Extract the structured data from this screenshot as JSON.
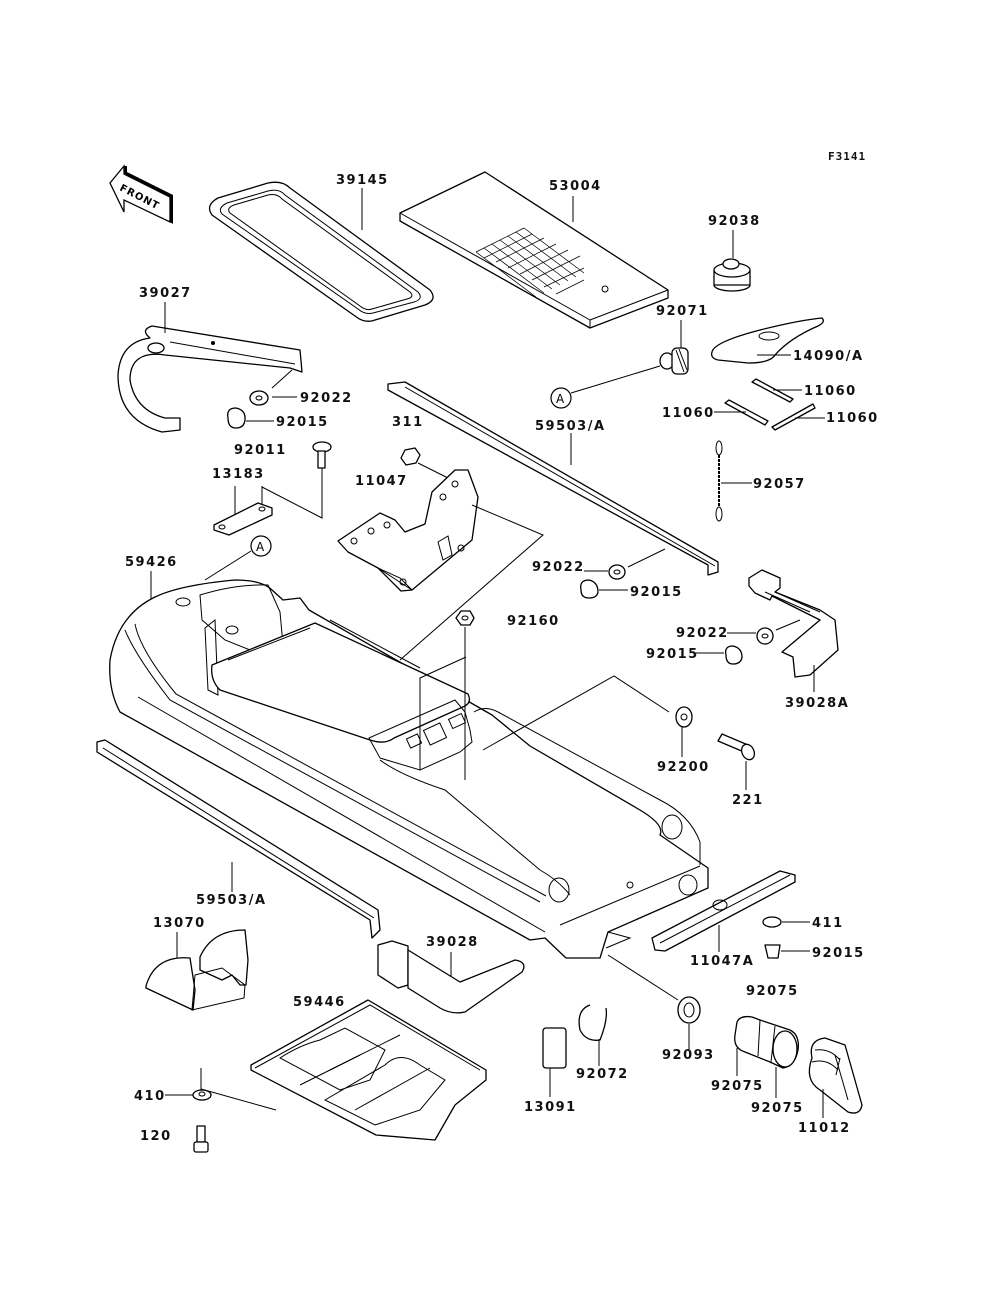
{
  "figure_code": "F3141",
  "direction_indicator": "FRONT",
  "reference_marker": "A",
  "parts": {
    "p39145": "39145",
    "p53004": "53004",
    "p92038": "92038",
    "p39027": "39027",
    "p92071": "92071",
    "p14090A": "14090/A",
    "p92022_a": "92022",
    "p92015_a": "92015",
    "p11060_a": "11060",
    "p11060_b": "11060",
    "p11060_c": "11060",
    "p311": "311",
    "p59503A_top": "59503/A",
    "p92011": "92011",
    "p13183": "13183",
    "p11047": "11047",
    "p92057": "92057",
    "p59426": "59426",
    "p92022_b": "92022",
    "p92015_b": "92015",
    "p92160": "92160",
    "p92022_c": "92022",
    "p92015_c": "92015",
    "p39028A": "39028A",
    "p92200": "92200",
    "p221": "221",
    "p59503A_bottom": "59503/A",
    "p411": "411",
    "p13070": "13070",
    "p39028": "39028",
    "p11047A": "11047A",
    "p92015_d": "92015",
    "p59446": "59446",
    "p92075_a": "92075",
    "p410": "410",
    "p92072": "92072",
    "p92093": "92093",
    "p13091": "13091",
    "p92075_b": "92075",
    "p92075_c": "92075",
    "p120": "120",
    "p11012": "11012"
  }
}
